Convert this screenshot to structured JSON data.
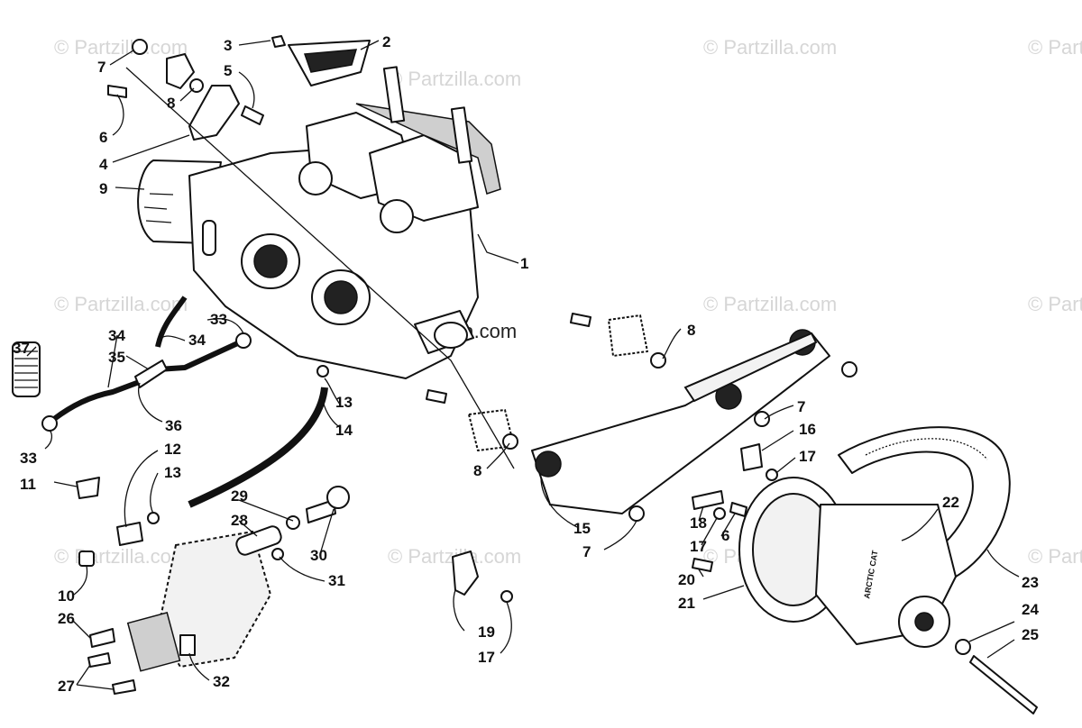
{
  "watermarks": {
    "text": "© Partzilla.com",
    "center_text": "© Partzilla.com"
  },
  "callouts": [
    "1",
    "2",
    "3",
    "4",
    "5",
    "6",
    "7",
    "8",
    "9",
    "10",
    "11",
    "12",
    "13",
    "14",
    "15",
    "16",
    "17",
    "18",
    "19",
    "20",
    "21",
    "22",
    "23",
    "24",
    "25",
    "26",
    "27",
    "28",
    "29",
    "30",
    "31",
    "32",
    "33",
    "34",
    "35",
    "36",
    "37"
  ],
  "labels": {
    "l1": "1",
    "l2": "2",
    "l3": "3",
    "l4": "4",
    "l5": "5",
    "l6a": "6",
    "l6b": "6",
    "l7a": "7",
    "l7b": "7",
    "l7c": "7",
    "l8a": "8",
    "l8b": "8",
    "l8c": "8",
    "l9": "9",
    "l10": "10",
    "l11": "11",
    "l12": "12",
    "l13a": "13",
    "l13b": "13",
    "l14": "14",
    "l15": "15",
    "l16": "16",
    "l17a": "17",
    "l17b": "17",
    "l17c": "17",
    "l18": "18",
    "l19": "19",
    "l20": "20",
    "l21": "21",
    "l22": "22",
    "l23": "23",
    "l24": "24",
    "l25": "25",
    "l26": "26",
    "l27": "27",
    "l28": "28",
    "l29": "29",
    "l30": "30",
    "l31": "31",
    "l32": "32",
    "l33a": "33",
    "l33b": "33",
    "l34a": "34",
    "l34b": "34",
    "l35": "35",
    "l36": "36",
    "l37": "37"
  },
  "clutch_label": "ARCTIC CAT"
}
